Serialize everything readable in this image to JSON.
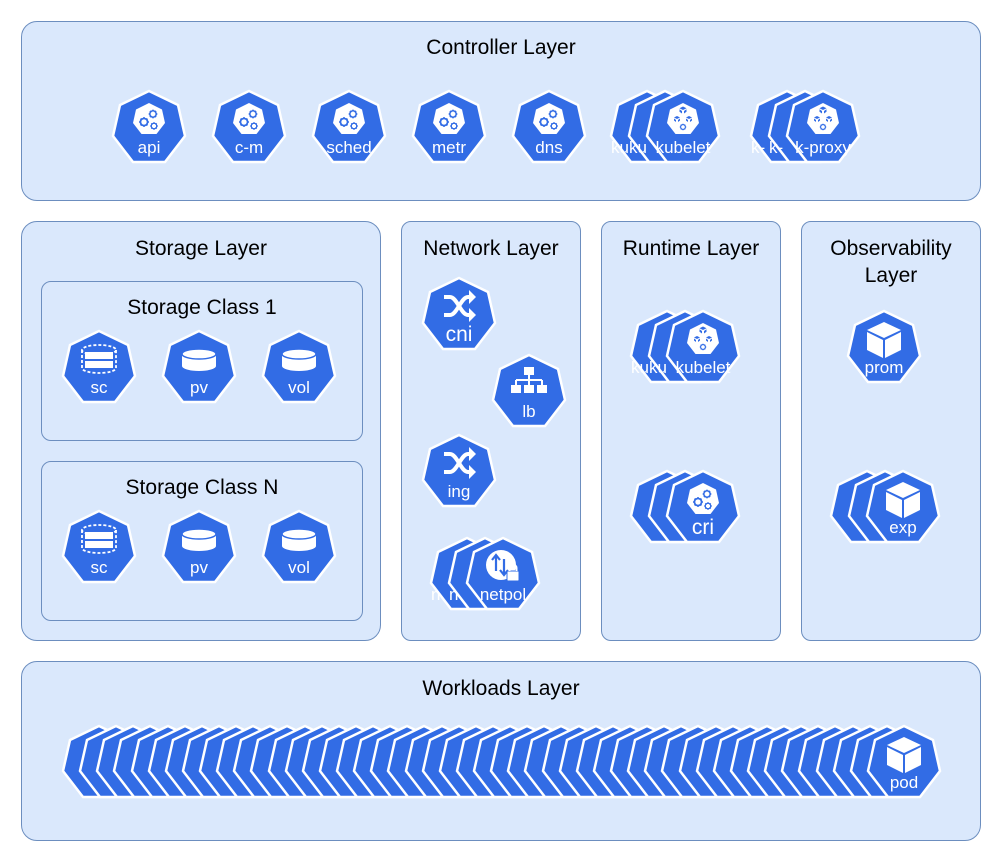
{
  "colors": {
    "node_fill": "#326ce5",
    "layer_fill": "#dae8fc",
    "layer_border": "#6c8ebf"
  },
  "layers": {
    "controller": {
      "title": "Controller Layer"
    },
    "storage": {
      "title": "Storage Layer"
    },
    "network": {
      "title": "Network Layer"
    },
    "runtime": {
      "title": "Runtime Layer"
    },
    "observability": {
      "title_line1": "Observability",
      "title_line2": "Layer"
    },
    "workloads": {
      "title": "Workloads Layer"
    }
  },
  "storage_classes": [
    {
      "title": "Storage Class 1"
    },
    {
      "title": "Storage Class N"
    }
  ],
  "nodes": {
    "api": {
      "label": "api",
      "icon": "kubernetes-control-icon"
    },
    "cm": {
      "label": "c-m",
      "icon": "kubernetes-control-icon"
    },
    "sched": {
      "label": "sched",
      "icon": "kubernetes-control-icon"
    },
    "metr": {
      "label": "metr",
      "icon": "kubernetes-control-icon"
    },
    "dns": {
      "label": "dns",
      "icon": "kubernetes-control-icon"
    },
    "kubelet_ctrl": {
      "label": "kubelet",
      "back_labels": [
        "ku",
        "ku"
      ],
      "icon": "kubernetes-node-icon"
    },
    "kproxy": {
      "label": "k-proxy",
      "back_labels": [
        "k-",
        "k-"
      ],
      "icon": "kubernetes-node-icon"
    },
    "sc1": {
      "label": "sc",
      "icon": "storage-class-icon"
    },
    "pv1": {
      "label": "pv",
      "icon": "persistent-volume-icon"
    },
    "vol1": {
      "label": "vol",
      "icon": "volume-icon"
    },
    "sc2": {
      "label": "sc",
      "icon": "storage-class-icon"
    },
    "pv2": {
      "label": "pv",
      "icon": "persistent-volume-icon"
    },
    "vol2": {
      "label": "vol",
      "icon": "volume-icon"
    },
    "cni": {
      "label": "cni",
      "icon": "shuffle-icon"
    },
    "lb": {
      "label": "lb",
      "icon": "network-tree-icon"
    },
    "ing": {
      "label": "ing",
      "icon": "shuffle-icon"
    },
    "netpol": {
      "label": "netpol",
      "back_labels": [
        "n",
        "n"
      ],
      "icon": "network-policy-lock-icon"
    },
    "kubelet_rt": {
      "label": "kubelet",
      "back_labels": [
        "ku",
        "ku"
      ],
      "icon": "kubernetes-node-icon"
    },
    "cri": {
      "label": "cri",
      "icon": "kubernetes-control-icon"
    },
    "prom": {
      "label": "prom",
      "icon": "cube-icon"
    },
    "exp": {
      "label": "exp",
      "icon": "cube-icon"
    },
    "pod": {
      "label": "pod",
      "icon": "cube-icon"
    }
  }
}
